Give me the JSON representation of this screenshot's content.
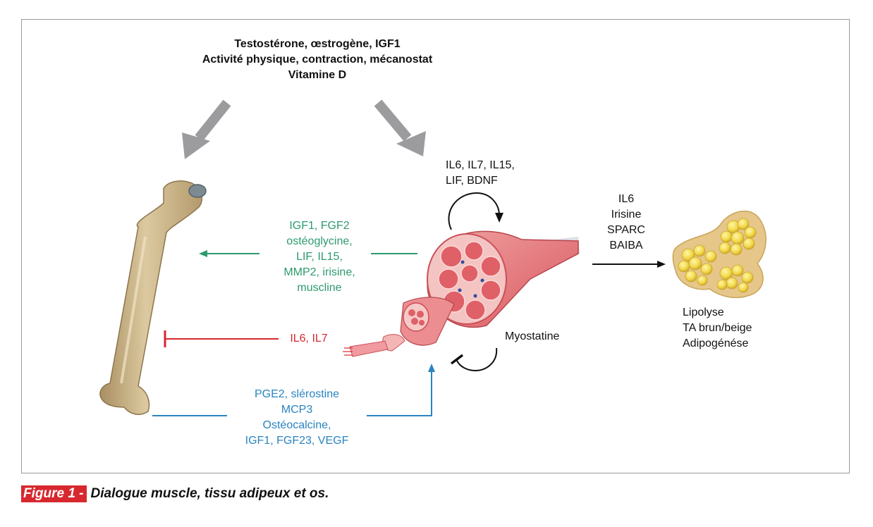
{
  "top_factors": {
    "line1": "Testostérone, œstrogène, IGF1",
    "line2": "Activité physique, contraction, mécanostat",
    "line3": "Vitamine D"
  },
  "muscle_autocrine": {
    "line1": "IL6, IL7, IL15,",
    "line2": "LIF, BDNF"
  },
  "myostatine_label": "Myostatine",
  "muscle_to_bone_green": {
    "line1": "IGF1, FGF2",
    "line2": "ostéoglycine,",
    "line3": "LIF, IL15,",
    "line4": "MMP2, irisine,",
    "line5": "muscline"
  },
  "muscle_to_bone_red": "IL6, IL7",
  "bone_to_muscle_blue": {
    "line1": "PGE2, slérostine",
    "line2": "MCP3",
    "line3": "Ostéocalcine,",
    "line4": "IGF1, FGF23, VEGF"
  },
  "muscle_to_fat": {
    "line1": "IL6",
    "line2": "Irisine",
    "line3": "SPARC",
    "line4": "BAIBA"
  },
  "fat_effects": {
    "line1": "Lipolyse",
    "line2": "TA brun/beige",
    "line3": "Adipogénése"
  },
  "caption": {
    "label": "Figure 1 -",
    "text": "Dialogue muscle, tissu adipeux et os."
  },
  "colors": {
    "green": "#2e9a6e",
    "red": "#d7282f",
    "blue": "#2a84c0",
    "gray_arrow": "#9c9c9e",
    "bone": "#cdb88f",
    "muscle": "#e3757a",
    "fat": "#f2d84a"
  }
}
